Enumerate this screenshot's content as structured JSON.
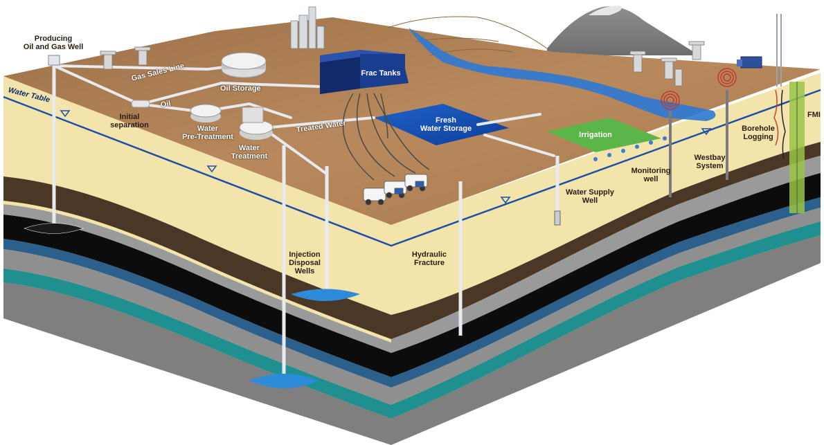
{
  "labels": {
    "producing_well": "Producing\nOil and Gas Well",
    "water_table": "Water Table",
    "gas_sales_line": "Gas Sales Line",
    "oil_storage": "Oil Storage",
    "oil": "Oil",
    "initial_separation": "Initial\nseparation",
    "water_pretreatment": "Water\nPre-Treatment",
    "water_treatment": "Water\nTreatment",
    "treated_water": "Treated Water",
    "frac_tanks": "Frac Tanks",
    "fresh_water_storage": "Fresh\nWater Storage",
    "irrigation": "Irrigation",
    "monitoring_well": "Monitoring\nwell",
    "westbay_system": "Westbay\nSystem",
    "borehole_logging": "Borehole\nLogging",
    "fmi": "FMI",
    "water_supply_well": "Water Supply\nWell",
    "injection_disposal_wells": "Injection\nDisposal\nWells",
    "hydraulic_fracture": "Hydraulic\nFracture"
  },
  "colors": {
    "surface": "#a67c54",
    "sand": "#f2e2a8",
    "brown_layer": "#4a3726",
    "black_layer": "#0c0c0c",
    "blue_layer": "#2b5f8c",
    "teal_layer": "#1f8f8f",
    "gray_layer": "#9a9a9a",
    "water_blue": "#2266c4",
    "frac_tank_blue": "#1a3d8f"
  }
}
